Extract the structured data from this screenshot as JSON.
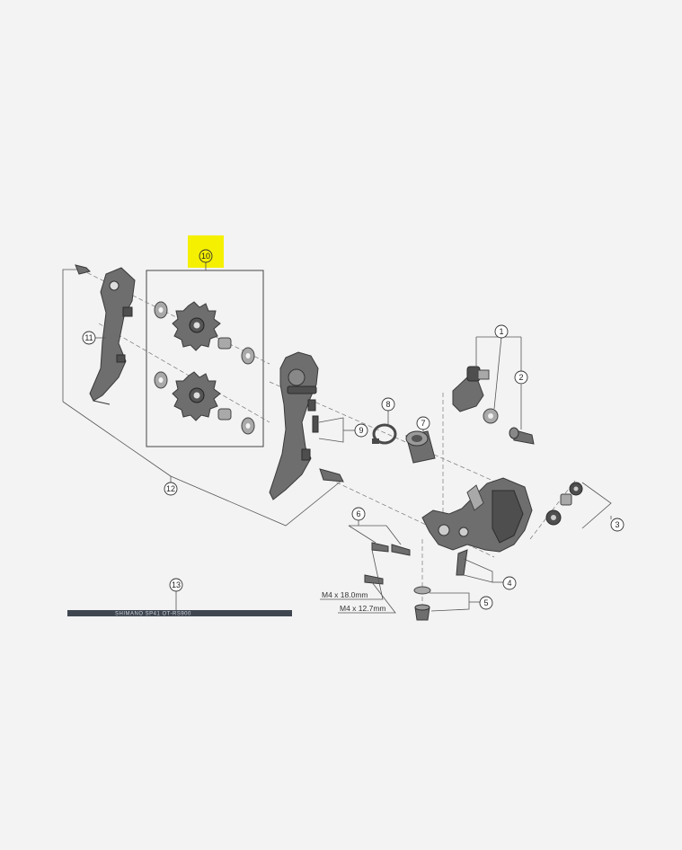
{
  "diagram": {
    "highlight_color": "#f5f000",
    "part_color": "#6e6e6e",
    "callouts": [
      "1",
      "2",
      "3",
      "4",
      "5",
      "6",
      "7",
      "8",
      "9",
      "10",
      "11",
      "12",
      "13"
    ],
    "dimensions": [
      "M4 x 18.0mm",
      "M4 x 12.7mm"
    ],
    "cable_brand": "SHIMANO SP41 OT-RS900"
  }
}
